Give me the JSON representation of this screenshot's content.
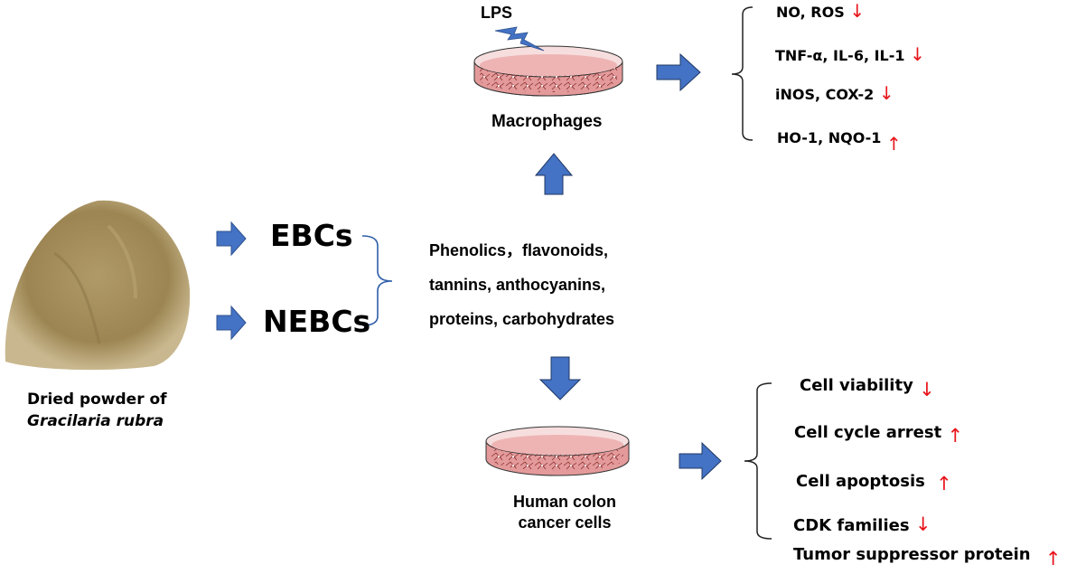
{
  "colors": {
    "arrow_blue": "#4472c4",
    "brace_blue": "#2e5ea8",
    "red_indicator": "#e8141a",
    "powder": "#a38a5a",
    "dish_pink": "#e8a0a0"
  },
  "source": {
    "caption_line1": "Dried powder of",
    "caption_line2": "Gracilaria rubra"
  },
  "fractions": {
    "ebc": "EBCs",
    "nebc": "NEBCs"
  },
  "compounds": {
    "line1": "Phenolics，flavonoids,",
    "line2": "tannins, anthocyanins,",
    "line3": "proteins, carbohydrates"
  },
  "macrophage_branch": {
    "stimulus": "LPS",
    "cell_label": "Macrophages",
    "effects": [
      {
        "label": "NO, ROS",
        "direction": "down",
        "symbol": "↓"
      },
      {
        "label": "TNF-α, IL-6, IL-1",
        "direction": "down",
        "symbol": "↓"
      },
      {
        "label": "iNOS, COX-2",
        "direction": "down",
        "symbol": "↓"
      },
      {
        "label": "HO-1, NQO-1",
        "direction": "up",
        "symbol": "↑"
      }
    ]
  },
  "cancer_branch": {
    "cell_label_line1": "Human colon",
    "cell_label_line2": "cancer cells",
    "effects": [
      {
        "label": "Cell viability",
        "direction": "down",
        "symbol": "↓"
      },
      {
        "label": "Cell cycle arrest",
        "direction": "up",
        "symbol": "↑"
      },
      {
        "label": "Cell apoptosis",
        "direction": "up",
        "symbol": "↑"
      },
      {
        "label": "CDK families",
        "direction": "down",
        "symbol": "↓"
      },
      {
        "label": "Tumor suppressor protein",
        "direction": "up",
        "symbol": "↑"
      }
    ]
  }
}
